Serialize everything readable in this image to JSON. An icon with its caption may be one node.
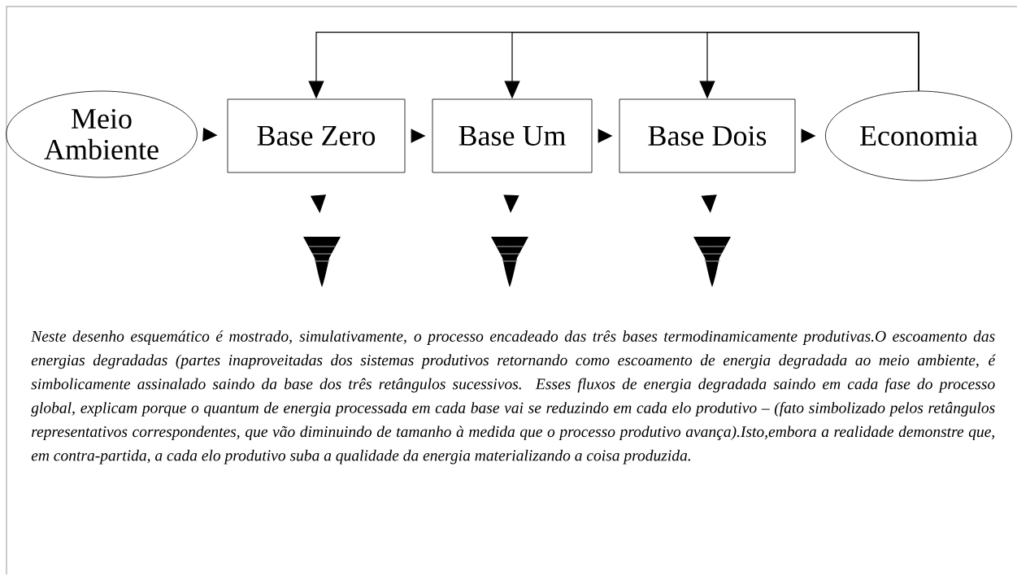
{
  "diagram": {
    "caption": "Neste desenho esquemático é mostrado, simulativamente, o processo encadeado das três bases termodinamicamente produtivas.O escoamento das energias degradadas (partes inaproveitadas dos sistemas produtivos retornando como escoamento de energia degradada ao meio ambiente, é simbolicamente assinalado saindo da base dos três retângulos sucessivos. Esses fluxos de energia degradada saindo em cada fase do processo global, explicam porque o quantum de energia processada em cada base vai se reduzindo em cada elo produtivo – (fato simbolizado pelos retângulos representativos correspondentes, que vão diminuindo de tamanho à medida que o processo produtivo avança).Isto,embora a realidade demonstre que, em contra-partida, a cada elo produtivo suba a qualidade da energia materializando a coisa produzida.",
    "nodes": [
      {
        "text": [
          "Meio Ambiente"
        ]
      },
      {
        "text": [
          "Base Zero"
        ]
      },
      {
        "text": [
          "Base Um"
        ]
      },
      {
        "text": [
          "Base Dois"
        ]
      },
      {
        "text": [
          "Economia"
        ]
      },
      {
        "text": [],
        "shape": "funnel"
      },
      {
        "text": [],
        "shape": "funnel"
      },
      {
        "text": [],
        "shape": "funnel"
      }
    ],
    "edges": [
      {
        "from": 0,
        "to": 1,
        "arrow": "to"
      },
      {
        "from": 1,
        "to": 2,
        "arrow": "to"
      },
      {
        "from": 2,
        "to": 3,
        "arrow": "to"
      },
      {
        "from": 3,
        "to": 4,
        "arrow": "to"
      },
      {
        "from": 4,
        "to": 1,
        "arrow": "to"
      },
      {
        "from": 4,
        "to": 2,
        "arrow": "to"
      },
      {
        "from": 4,
        "to": 3,
        "arrow": "to"
      },
      {
        "from": 1,
        "to": 5,
        "arrow": "to"
      },
      {
        "from": 2,
        "to": 6,
        "arrow": "to"
      },
      {
        "from": 3,
        "to": 7,
        "arrow": "to"
      }
    ]
  }
}
